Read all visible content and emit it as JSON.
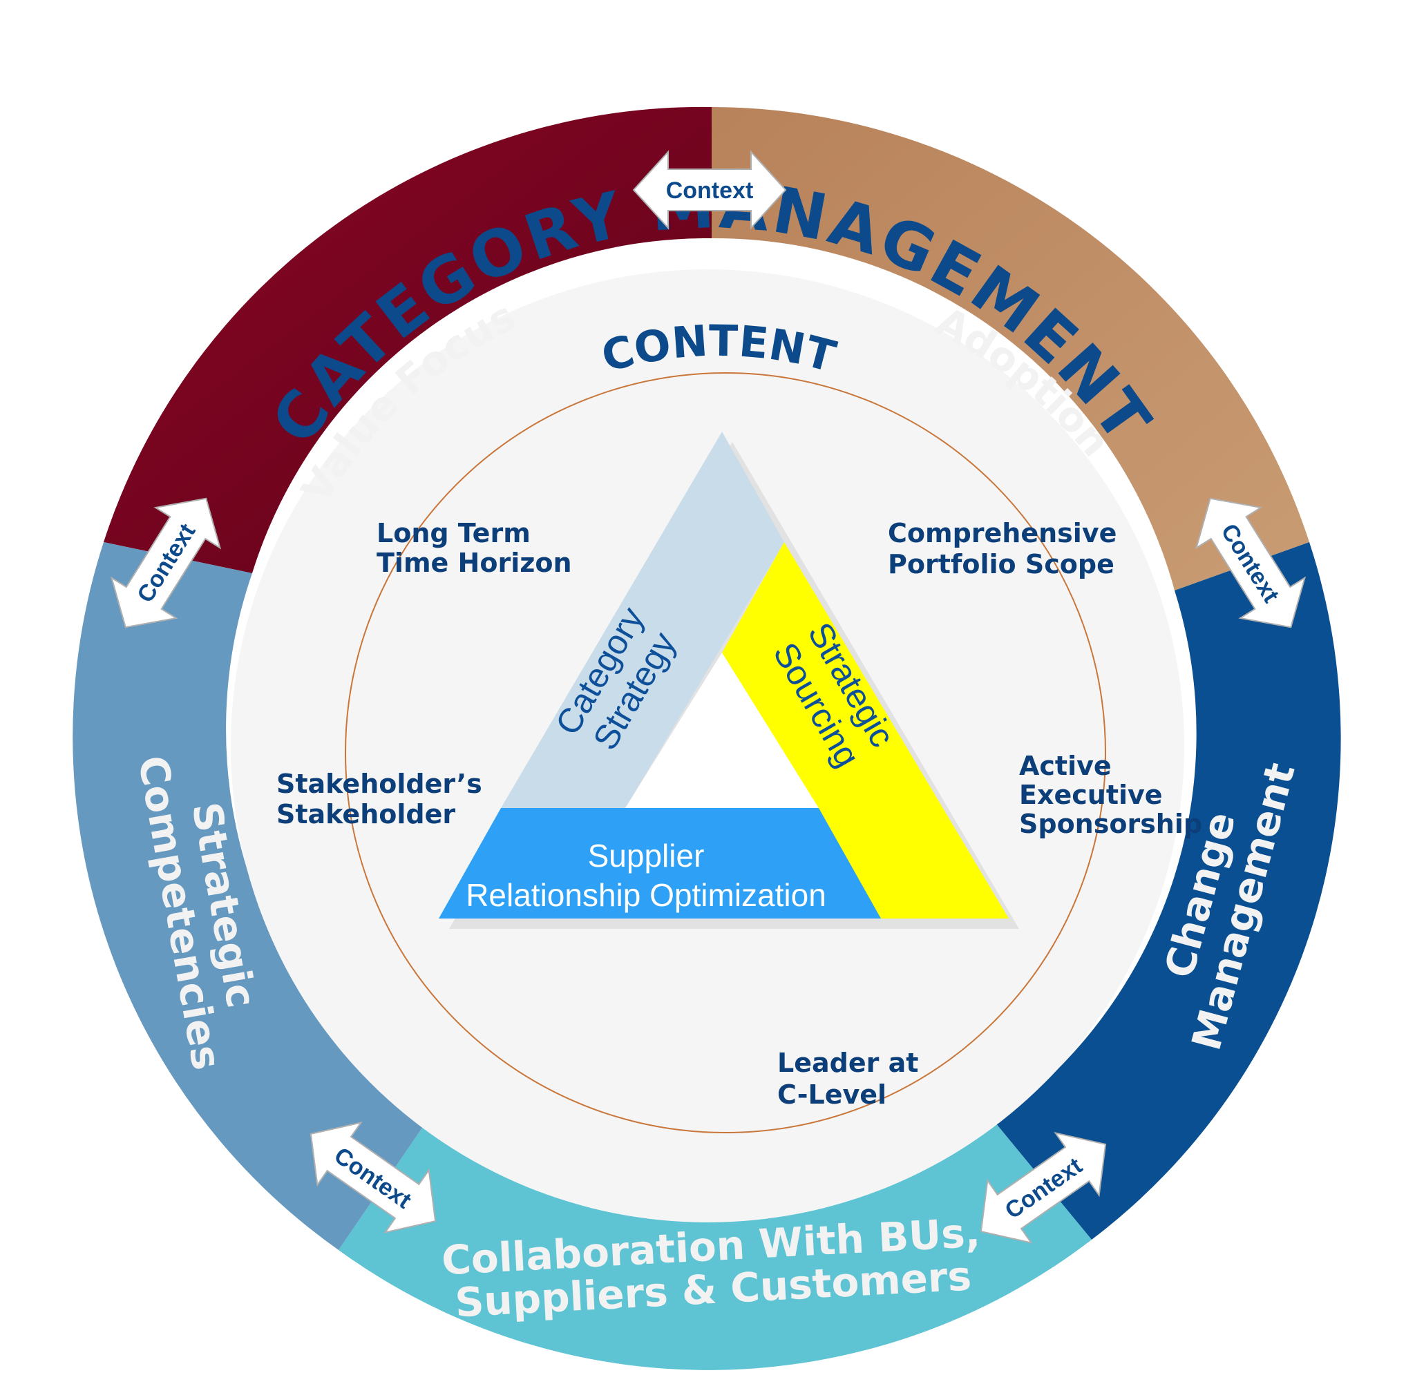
{
  "title": "CATEGORY MANAGEMENT",
  "content_title": "CONTENT",
  "segments": {
    "value_focus": "Value Focus",
    "adoption": "Adoption",
    "change_management": [
      "Change",
      "Management"
    ],
    "collaboration": [
      "Collaboration With BUs,",
      "Suppliers & Customers"
    ],
    "strategic_competencies": [
      "Strategic",
      "Competencies"
    ]
  },
  "context_label": "Context",
  "inner_labels": {
    "long_term": [
      "Long Term",
      "Time Horizon"
    ],
    "comprehensive": [
      "Comprehensive",
      "Portfolio Scope"
    ],
    "stakeholder": [
      "Stakeholder’s",
      "Stakeholder"
    ],
    "active_exec": [
      "Active",
      "Executive",
      "Sponsorship"
    ],
    "leader": [
      "Leader at",
      "C-Level"
    ]
  },
  "triangle": {
    "category_strategy": [
      "Category",
      "Strategy"
    ],
    "strategic_sourcing": [
      "Strategic",
      "Sourcing"
    ],
    "supplier_rel": [
      "Supplier",
      "Relationship Optimization"
    ]
  },
  "colors": {
    "value_focus": "#7a0020",
    "adoption": "#c4956c",
    "change_management": "#0a4f91",
    "collaboration": "#5ec3d2",
    "strategic_competencies": "#6699c0",
    "category_strategy": "#c9dce9",
    "strategic_sourcing": "#ffff00",
    "supplier_rel": "#2ea1f7",
    "title": "#0c4a8c"
  }
}
